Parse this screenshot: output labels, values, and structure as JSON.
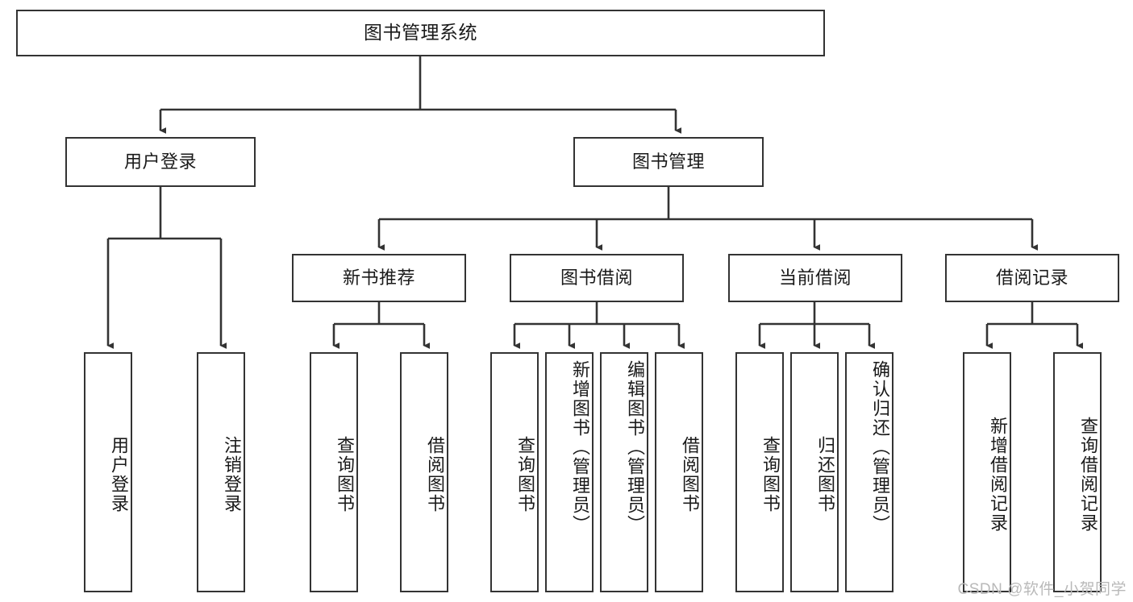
{
  "diagram": {
    "title": "图书管理系统",
    "type": "tree-hierarchy-diagram",
    "root": {
      "label": "图书管理系统"
    },
    "level2": [
      {
        "label": "用户登录"
      },
      {
        "label": "图书管理"
      }
    ],
    "level3": [
      {
        "label": "新书推荐"
      },
      {
        "label": "图书借阅"
      },
      {
        "label": "当前借阅"
      },
      {
        "label": "借阅记录"
      }
    ],
    "leaves": {
      "user_login": [
        {
          "label": "用户登录"
        },
        {
          "label": "注销登录"
        }
      ],
      "new_book_recommend": [
        {
          "label": "查询图书"
        },
        {
          "label": "借阅图书"
        }
      ],
      "book_borrow": [
        {
          "label": "查询图书"
        },
        {
          "label": "新增图书（管理员）"
        },
        {
          "label": "编辑图书（管理员）"
        },
        {
          "label": "借阅图书"
        }
      ],
      "current_borrow": [
        {
          "label": "查询图书"
        },
        {
          "label": "归还图书"
        },
        {
          "label": "确认归还（管理员）"
        }
      ],
      "borrow_records": [
        {
          "label": "新增借阅记录"
        },
        {
          "label": "查询借阅记录"
        }
      ]
    }
  },
  "watermark": {
    "text": "CSDN @软件_小贺同学"
  },
  "colors": {
    "stroke": "#333333",
    "background": "#ffffff",
    "text": "#1a1a1a",
    "watermark": "#b9b9b9"
  }
}
